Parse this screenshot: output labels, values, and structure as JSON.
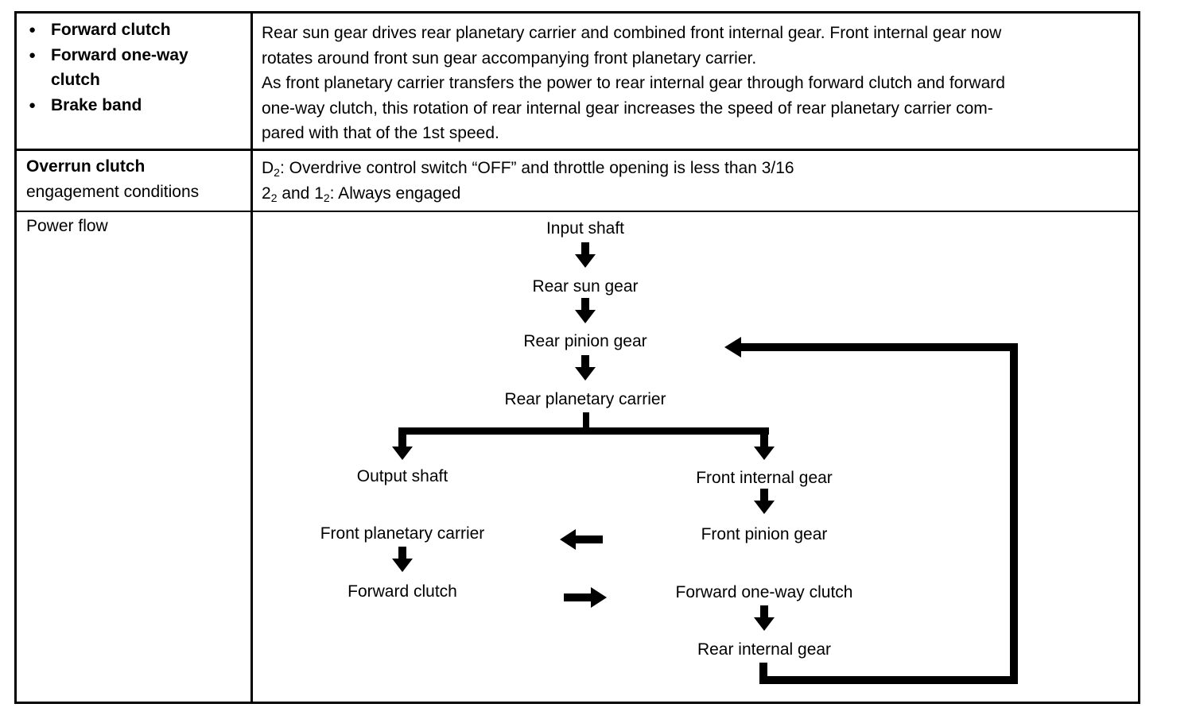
{
  "row1": {
    "items": [
      "Forward clutch",
      "Forward one-way clutch",
      "Brake band"
    ],
    "description_line1": "Rear sun gear drives rear planetary carrier and combined front internal gear. Front internal gear now",
    "description_line2": "rotates around front sun gear accompanying front planetary carrier.",
    "description_line3": "As front planetary carrier transfers the power to rear internal gear through forward clutch and forward",
    "description_line4": "one-way clutch, this rotation of rear internal gear increases the speed of rear planetary carrier com-",
    "description_line5": "pared with that of the 1st speed."
  },
  "row2": {
    "label_line1": "Overrun clutch",
    "label_line2": "engagement conditions",
    "cond1_prefix": "D",
    "cond1_sub": "2",
    "cond1_text": ": Overdrive control switch “OFF” and throttle opening is less than 3/16",
    "cond2_a": "2",
    "cond2_a_sub": "2",
    "cond2_mid": " and 1",
    "cond2_b_sub": "2",
    "cond2_text": ": Always engaged"
  },
  "row3": {
    "label": "Power flow"
  },
  "flow": {
    "input_shaft": "Input shaft",
    "rear_sun_gear": "Rear sun gear",
    "rear_pinion_gear": "Rear pinion gear",
    "rear_planetary_carrier": "Rear planetary carrier",
    "output_shaft": "Output shaft",
    "front_internal_gear": "Front internal gear",
    "front_planetary_carrier": "Front planetary carrier",
    "front_pinion_gear": "Front pinion gear",
    "forward_clutch": "Forward clutch",
    "forward_one_way_clutch": "Forward one-way clutch",
    "rear_internal_gear": "Rear internal gear"
  }
}
